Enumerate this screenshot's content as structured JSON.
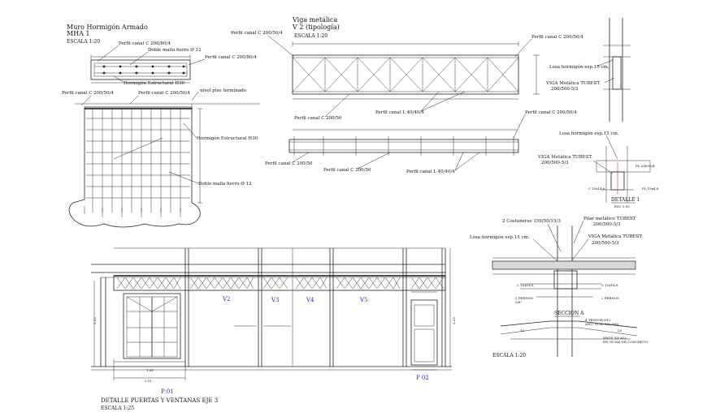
{
  "mha": {
    "title": "Muro Hormigón Armado",
    "code": "MHA  1",
    "scale": "ESCALA  1:20",
    "lbl_perfil_top": "Perfil canal C  200/80/4",
    "lbl_malla_top": "Doble malla fierro Ø 12",
    "lbl_perfil_right": "Perfil canal C  200/80/4",
    "lbl_h30_top": "Hormigón Estructural H30",
    "lbl_piso": "nivel piso terminado",
    "lbl_perfil_left": "Perfil canal C  200/50/4",
    "lbl_perfil_mid": "Perfil canal C  200/50/4",
    "lbl_h30_mid": "Hormigón Estructural H30",
    "lbl_malla_bot": "Doble malla fierro Ø 12"
  },
  "viga": {
    "title": "Viga  metálica",
    "code": "V 2  (tipología)",
    "scale": "ESCALA  1:20",
    "lbl_c_top_left": "Perfil canal C  200/50/4",
    "lbl_c_top_right": "Perfil canal C  200/50/4",
    "lbl_c_mid": "Perfil canal C  200/50",
    "lbl_l_mid": "Perfil canal L  40/40/4",
    "lbl_c_right2": "Perfil canal C  200/50/4",
    "lbl_c_bot1": "Perfil canal C  200/50",
    "lbl_c_bot2": "Perfil canal C  200/50",
    "lbl_l_bot": "Perfil canal L  40/40/4"
  },
  "detalle1": {
    "losa1": "Losa hormigón esp.15 cm.",
    "viga1_a": "VIGA Metálica TUBEST.",
    "viga1_b": "200/500-5/3",
    "losa2": "Losa hormigón esp.15 cm.",
    "viga2_a": "VIGA Metálica TUBEST.",
    "viga2_b": "200/500-5/3",
    "title": "DETALLE 1",
    "scale": "ESC.1:50"
  },
  "seccion": {
    "costaneras": "2 Costaneras 150/50/15/3",
    "pilar_a": "Pilar metálico TUBEST",
    "pilar_b": "200/500-5/3",
    "losa": "Losa hormigón esp.15 cm.",
    "viga_a": "VIGA Metálica TUBEST.",
    "viga_b": "200/500-5/3",
    "title": "SECCION A",
    "scale": "ESCALA  1:20"
  },
  "elevation": {
    "title": "DETALLE  PUERTAS  Y VENTANAS EJE  3",
    "scale": "ESCALA  1:25",
    "windows": [
      "V2",
      "V3",
      "V4",
      "V5"
    ],
    "doors": [
      "P 01",
      "P 02"
    ]
  }
}
